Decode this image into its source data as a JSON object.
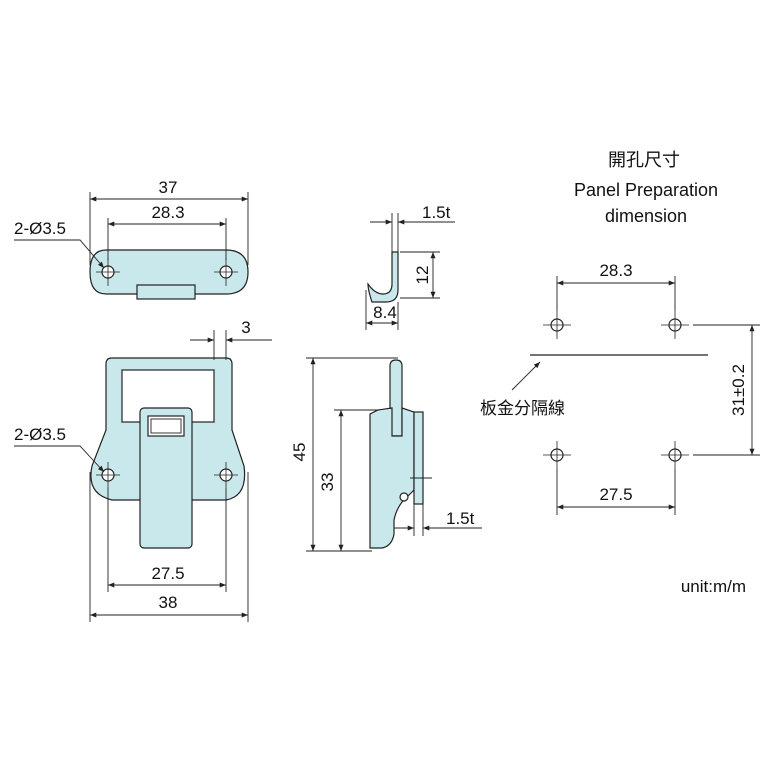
{
  "colors": {
    "part_fill": "#c9e8ec",
    "line": "#222222"
  },
  "top_view": {
    "overall_width": "37",
    "hole_pitch": "28.3",
    "holes": "2-Ø3.5"
  },
  "side_view_small": {
    "thickness": "1.5t",
    "height": "12",
    "depth": "8.4"
  },
  "front_view": {
    "hook_offset": "3",
    "holes": "2-Ø3.5",
    "hole_pitch": "27.5",
    "overall_width": "38"
  },
  "side_view_large": {
    "overall_height": "45",
    "inner_height": "33",
    "thickness": "1.5t"
  },
  "panel": {
    "title_cn": "開孔尺寸",
    "title_en_1": "Panel Preparation",
    "title_en_2": "dimension",
    "top_pitch": "28.3",
    "bottom_pitch": "27.5",
    "vertical": "31±0.2",
    "parting_line_label": "板金分隔線"
  },
  "unit": "unit:m/m"
}
